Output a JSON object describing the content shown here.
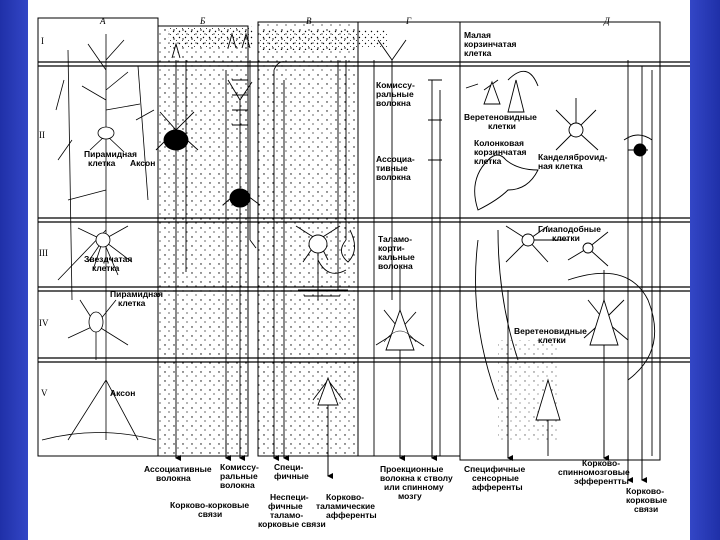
{
  "columns": [
    "А",
    "Б",
    "В",
    "Г",
    "Д"
  ],
  "layers": [
    "I",
    "II",
    "III",
    "IV",
    "V"
  ],
  "labels": {
    "pyramidal_cell_top": [
      "Пирамидная",
      "клетка"
    ],
    "axon_top": "Аксон",
    "stellate_cell": [
      "Звездчатая",
      "клетка"
    ],
    "pyramidal_cell_bottom": [
      "Пирамидная",
      "клетка"
    ],
    "axon_bottom": "Аксон",
    "commissural_fibers": [
      "Комиссу-",
      "ральные",
      "волокна"
    ],
    "association_fibers": [
      "Ассоциа-",
      "тивные",
      "волокна"
    ],
    "thalamocortical_fibers": [
      "Таламо-",
      "корти-",
      "кальные",
      "волокна"
    ],
    "small_basket_cell": [
      "Малая",
      "корзинчатая",
      "клетка"
    ],
    "spindle_cells_top": [
      "Веретеновидные",
      "клетки"
    ],
    "columnar_basket_cell": [
      "Колонковая",
      "корзинчатая",
      "клетка"
    ],
    "chandelier_cell": [
      "Канделяброvид-",
      "ная клетка"
    ],
    "glia_like_cells": [
      "Глиаподобные",
      "клетки"
    ],
    "spindle_cells_bottom": [
      "Веретеновидные",
      "клетки"
    ]
  },
  "bottom_labels": {
    "association": [
      "Ассоциативные",
      "волокна"
    ],
    "commissural": [
      "Комиссу-",
      "ральные",
      "волокна"
    ],
    "cortico_cortical": [
      "Корково-корковые",
      "связи"
    ],
    "specific": [
      "Специ-",
      "фичные"
    ],
    "nonspecific": [
      "Неспеци-",
      "фичные",
      "таламо-",
      "корковые связи"
    ],
    "corticothalamic": [
      "Корково-",
      "таламические",
      "афференты"
    ],
    "projection": [
      "Проекционные",
      "волокна к стволу",
      "или спинному",
      "мозгу"
    ],
    "specific_sensory": [
      "Специфичные",
      "сенсорные",
      "афференты"
    ],
    "corticospinal": [
      "Корково-",
      "спинномозговые",
      "эфферентты"
    ],
    "cortico_cortical_right": [
      "Корково-",
      "корковые",
      "связи"
    ]
  },
  "colors": {
    "frame": "#2a3eb8",
    "sheet": "#ffffff",
    "ink": "#000000"
  }
}
